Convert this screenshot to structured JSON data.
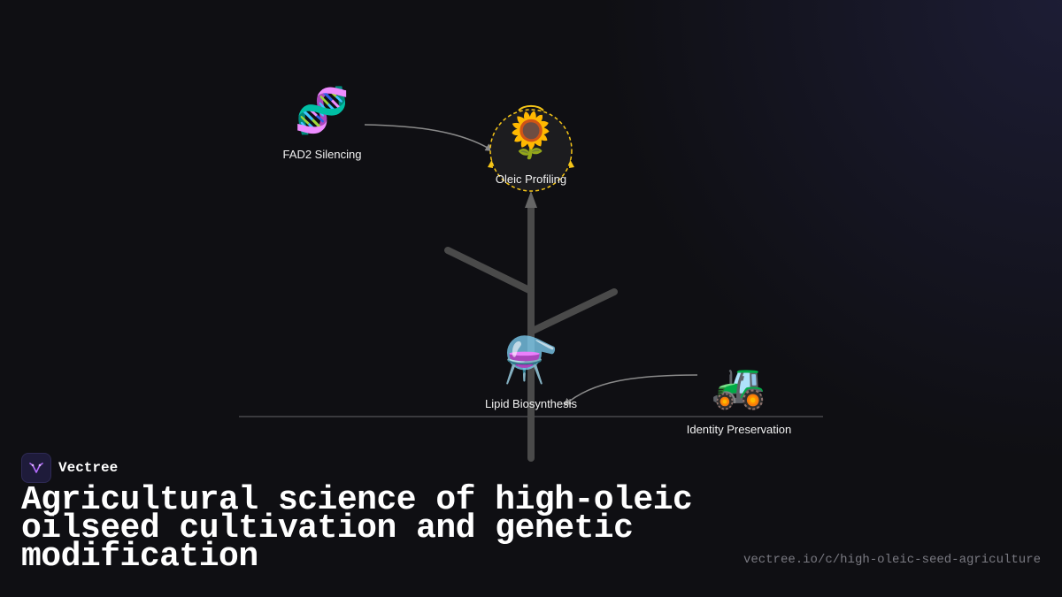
{
  "diagram": {
    "nodes": [
      {
        "id": "fad2",
        "label": "FAD2 Silencing",
        "icon": "dna-icon",
        "glyph": "🧬"
      },
      {
        "id": "oleic",
        "label": "Oleic Profiling",
        "icon": "sunflower-icon",
        "glyph": "🌻",
        "highlighted": true
      },
      {
        "id": "lipid",
        "label": "Lipid Biosynthesis",
        "icon": "flask-icon",
        "glyph": "⚗️"
      },
      {
        "id": "identity",
        "label": "Identity Preservation",
        "icon": "tractor-icon",
        "glyph": "🚜"
      }
    ],
    "edges": [
      {
        "from": "fad2",
        "to": "oleic"
      },
      {
        "from": "identity",
        "to": "lipid"
      },
      {
        "from": "lipid",
        "to": "oleic"
      }
    ]
  },
  "brand": {
    "name": "Vectree",
    "logo_icon": "vectree-logo-icon"
  },
  "title": "Agricultural science of high-oleic oilseed cultivation and genetic modification",
  "url": "vectree.io/c/high-oleic-seed-agriculture",
  "colors": {
    "background": "#0f0f13",
    "highlight_ring": "#f5c518",
    "trunk": "#4a4a4a",
    "edge": "#8a8a8a",
    "text": "#ffffff",
    "url": "#7a7a82",
    "logo": "#b56cff"
  }
}
